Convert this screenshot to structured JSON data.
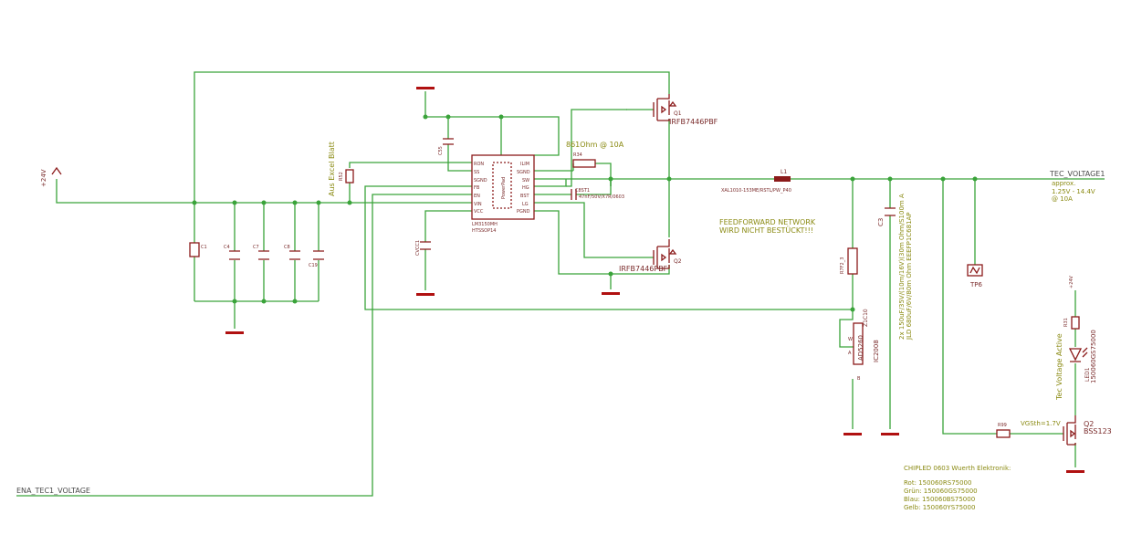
{
  "nets": {
    "supply": "+24V",
    "tec_voltage": "TEC_VOLTAGE1",
    "enable": "ENA_TEC1_VOLTAGE",
    "supply_small": "+24V"
  },
  "ic": {
    "name": "LM3150MH",
    "package": "HTSSOP14",
    "pins_left": [
      "RON",
      "SS",
      "SGND",
      "FB",
      "EN",
      "VIN",
      "VCC"
    ],
    "pins_right": [
      "ILIM",
      "SGND",
      "SW",
      "HG",
      "BST",
      "LG",
      "PGND"
    ],
    "pad": "PowerPad"
  },
  "mosfets": {
    "high_side": "IRFB7446PBF",
    "low_side": "IRFB7446PBF",
    "ref_hi": "Q1",
    "ref_lo": "Q2"
  },
  "annotations": {
    "aus_excel": "Aus Excel Blatt",
    "rlim": "861Ohm @ 10A",
    "approx_title": "approx.",
    "approx_range": "1.25V - 14.4V",
    "approx_current": "@ 10A",
    "feedforward_1": "FEEDFORWARD NETWORK",
    "feedforward_2": "WIRD NICHT BESTÜCKT!!!",
    "vgs": "VGSth=1.7V",
    "tec_active": "Tec Voltage Active",
    "cap_out_1": "2x 150uF/35V/(10m/16V)(30m Ohm/S100m A",
    "cap_out_2": "JLD 680uF/6V/80m Ohm EEEFP1C681AP"
  },
  "parts": {
    "inductor": "L1",
    "inductor_value": "XAL1010-153ME/RSTL/PW_P40",
    "r_lim": "R34",
    "c_bst": "C8ST1",
    "c_bst_value": "47nF/50V/X7R/0603",
    "c_ss": "C55",
    "c_vcc": "CVCC1",
    "r_on": "R52",
    "pot": "Z1C10",
    "pot_part": "AD5260",
    "pot_pkg": "IC2008",
    "r_div": "R7F2_3",
    "led_label": "LED1",
    "led_part": "150060GS75000",
    "r_led": "R31",
    "q_led": "Q2",
    "q_led_part": "BSS123",
    "r_gate": "R99",
    "c_out": "C3",
    "testpoint": "TP6",
    "c_in1": "C1",
    "c_in2": "C4",
    "c_in3": "C7",
    "c_in4": "C8",
    "c_in5": "C19",
    "pin_w": "W",
    "pin_b": "B",
    "pin_a": "A"
  },
  "notes": {
    "title": "CHIPLED 0603 Wuerth Elektronik:",
    "lines": [
      "Rot: 150060RS75000",
      "Grün: 150060GS75000",
      "Blau: 150060BS75000",
      "Gelb: 150060YS75000"
    ]
  },
  "colors": {
    "wire": "#3aa33a",
    "part": "#8b1a1a",
    "annotation": "#8a8a12",
    "ground": "#b01010"
  }
}
